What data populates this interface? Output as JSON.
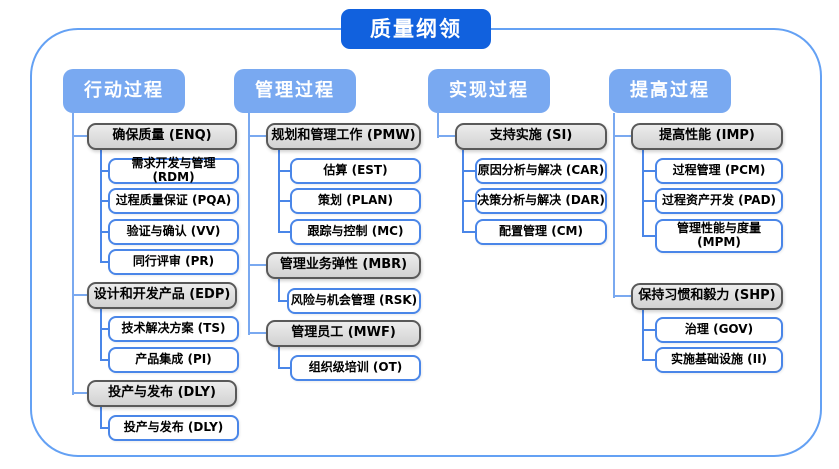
{
  "title": "质量纲领",
  "colors": {
    "title_bg": "#1161de",
    "header_bg": "#79a9f1",
    "group_fill": "#d9d9d9",
    "group_border": "#595959",
    "leaf_border": "#4a86e8",
    "tree_line": "#7aa9f0",
    "leaf_line": "#4a86e8",
    "frame_border": "#64a1f4"
  },
  "columns": [
    {
      "label": "行动过程",
      "groups": [
        {
          "label": "确保质量 (ENQ)",
          "children": [
            "需求开发与管理 (RDM)",
            "过程质量保证 (PQA)",
            "验证与确认 (VV)",
            "同行评审 (PR)"
          ]
        },
        {
          "label": "设计和开发产品 (EDP)",
          "children": [
            "技术解决方案 (TS)",
            "产品集成 (PI)"
          ]
        },
        {
          "label": "投产与发布 (DLY)",
          "children": [
            "投产与发布 (DLY)"
          ]
        }
      ]
    },
    {
      "label": "管理过程",
      "groups": [
        {
          "label": "规划和管理工作 (PMW)",
          "children": [
            "估算 (EST)",
            "策划 (PLAN)",
            "跟踪与控制 (MC)"
          ]
        },
        {
          "label": "管理业务弹性 (MBR)",
          "children": [
            "风险与机会管理 (RSK)"
          ]
        },
        {
          "label": "管理员工 (MWF)",
          "children": [
            "组织级培训 (OT)"
          ]
        }
      ]
    },
    {
      "label": "实现过程",
      "groups": [
        {
          "label": "支持实施 (SI)",
          "children": [
            "原因分析与解决 (CAR)",
            "决策分析与解决 (DAR)",
            "配置管理 (CM)"
          ]
        }
      ]
    },
    {
      "label": "提高过程",
      "groups": [
        {
          "label": "提高性能 (IMP)",
          "children": [
            "过程管理 (PCM)",
            "过程资产开发 (PAD)",
            "管理性能与度量 (MPM)"
          ]
        },
        {
          "label": "保持习惯和毅力 (SHP)",
          "children": [
            "治理 (GOV)",
            "实施基础设施 (II)"
          ]
        }
      ]
    }
  ]
}
